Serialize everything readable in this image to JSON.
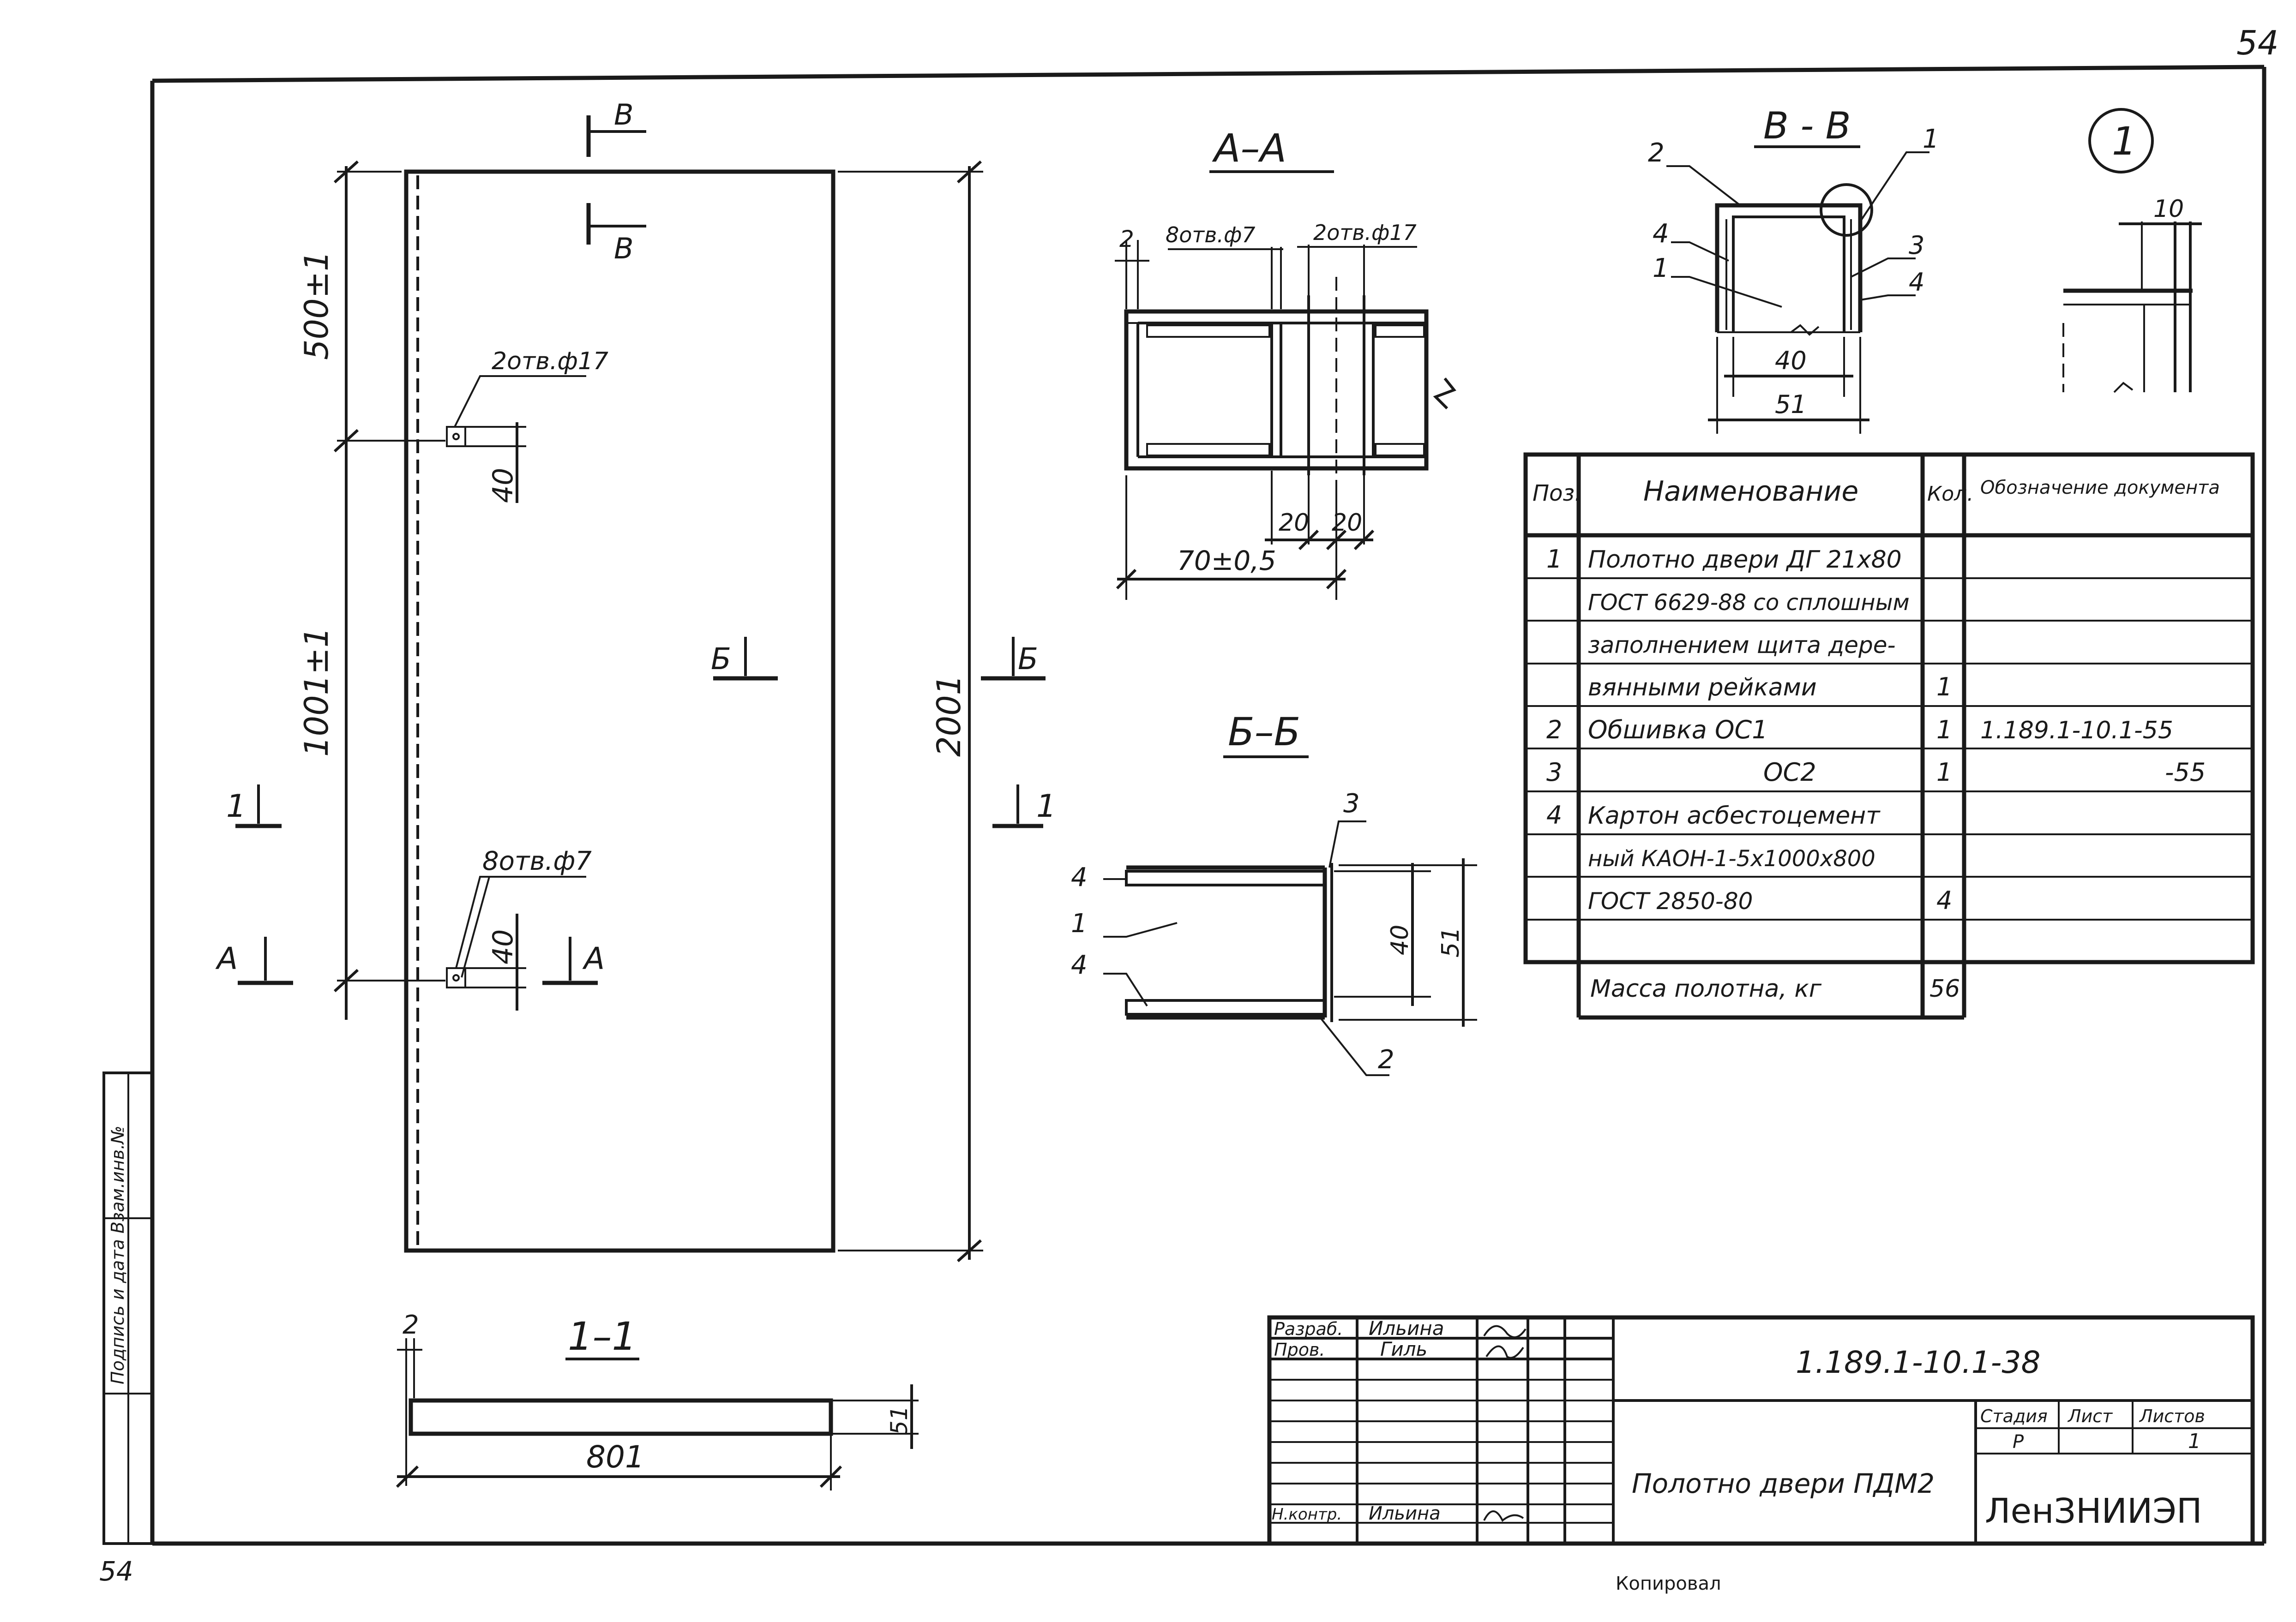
{
  "page_number": "54",
  "page_number_bottom": "54",
  "sheet_marker": "1",
  "main_view": {
    "dim_top": "500±1",
    "dim_mid": "1001±1",
    "dim_height": "2001",
    "dim_hole_spacing_top": "40",
    "dim_hole_spacing_bottom": "40",
    "holes_top": "2отв.ф17",
    "holes_bottom": "8отв.ф7",
    "cut_b": "Б",
    "cut_v": "В",
    "cut_1": "1",
    "cut_a": "А"
  },
  "section_a": {
    "title": "А–А",
    "dim_2": "2",
    "holes_small": "8отв.ф7",
    "holes_large": "2отв.ф17",
    "dim_20_left": "20",
    "dim_20_right": "20",
    "dim_total": "70±0,5"
  },
  "section_b": {
    "title": "Б–Б",
    "p1": "1",
    "p2": "2",
    "p3": "3",
    "p4a": "4",
    "p4b": "4",
    "dim_40": "40",
    "dim_51": "51"
  },
  "section_v": {
    "title": "В - В",
    "p1a": "1",
    "p1b": "1",
    "p2": "2",
    "p3": "3",
    "p4a": "4",
    "p4b": "4",
    "dim_40": "40",
    "dim_51": "51"
  },
  "detail_1": {
    "dim_10": "10"
  },
  "section_1": {
    "title": "1–1",
    "dim_2": "2",
    "dim_51": "51",
    "dim_801": "801"
  },
  "spec_table": {
    "headers": [
      "Поз.",
      "Наименование",
      "Кол.",
      "Обозначение документа"
    ],
    "rows": [
      [
        "1",
        "Полотно двери ДГ 21х80",
        "",
        ""
      ],
      [
        "",
        "ГОСТ 6629-88 со сплошным",
        "",
        ""
      ],
      [
        "",
        "заполнением щита дере-",
        "",
        ""
      ],
      [
        "",
        "вянными рейками",
        "1",
        ""
      ],
      [
        "2",
        "Обшивка  ОС1",
        "1",
        "1.189.1-10.1-55"
      ],
      [
        "3",
        "ОС2",
        "1",
        "-55"
      ],
      [
        "4",
        "Картон асбестоцемент",
        "",
        ""
      ],
      [
        "",
        "ный  КАОН-1-5х1000х800",
        "",
        ""
      ],
      [
        "",
        "ГОСТ 2850-80",
        "4",
        ""
      ],
      [
        "",
        "",
        "",
        ""
      ],
      [
        "",
        "Масса полотна, кг",
        "56",
        ""
      ]
    ]
  },
  "title_block": {
    "developer_label": "Разраб.",
    "developer_name": "Ильина",
    "checker_label": "Пров.",
    "checker_name": "Гиль",
    "norm_label": "Н.контр.",
    "norm_name": "Ильина",
    "doc_code": "1.189.1-10.1-38",
    "doc_title": "Полотно двери ПДМ2",
    "stage_label": "Стадия",
    "sheet_label": "Лист",
    "sheets_label": "Листов",
    "stage_value": "Р",
    "sheet_value": "",
    "sheets_value": "1",
    "organization": "ЛенЗНИИЭП"
  },
  "side_stamp": {
    "label": "Подпись и дата  Взам.инв.№"
  },
  "footer": {
    "copied": "Копировал"
  }
}
